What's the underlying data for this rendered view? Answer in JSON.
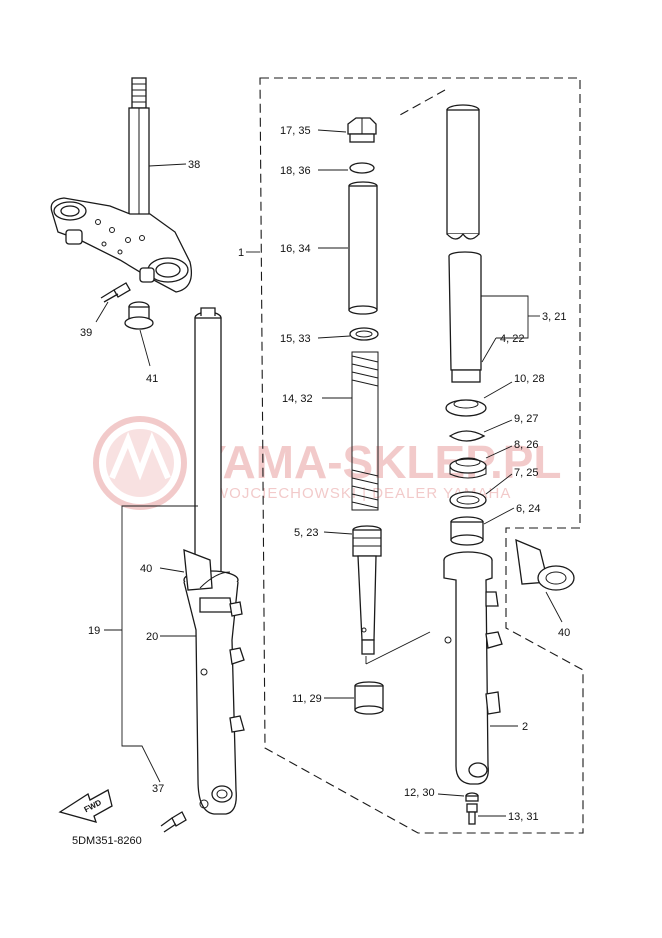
{
  "watermark": {
    "brand": "YAMA-SKLEP.PL",
    "tagline": "WOJCIECHOWSKI | DEALER YAMAHA",
    "color": "#e8a0a0"
  },
  "drawing_number": "5DM351-8260",
  "fwd_label": "FWD",
  "callouts": {
    "c38": "38",
    "c39": "39",
    "c41": "41",
    "c1": "1",
    "c1735": "17, 35",
    "c1836": "18, 36",
    "c1634": "16, 34",
    "c1533": "15, 33",
    "c1432": "14, 32",
    "c523": "5, 23",
    "c1129": "11, 29",
    "c321": "3, 21",
    "c422": "4, 22",
    "c1028": "10, 28",
    "c927": "9, 27",
    "c826": "8, 26",
    "c725": "7, 25",
    "c624": "6, 24",
    "c40a": "40",
    "c40b": "40",
    "c19": "19",
    "c20": "20",
    "c2": "2",
    "c37": "37",
    "c1230": "12, 30",
    "c1331": "13, 31"
  }
}
